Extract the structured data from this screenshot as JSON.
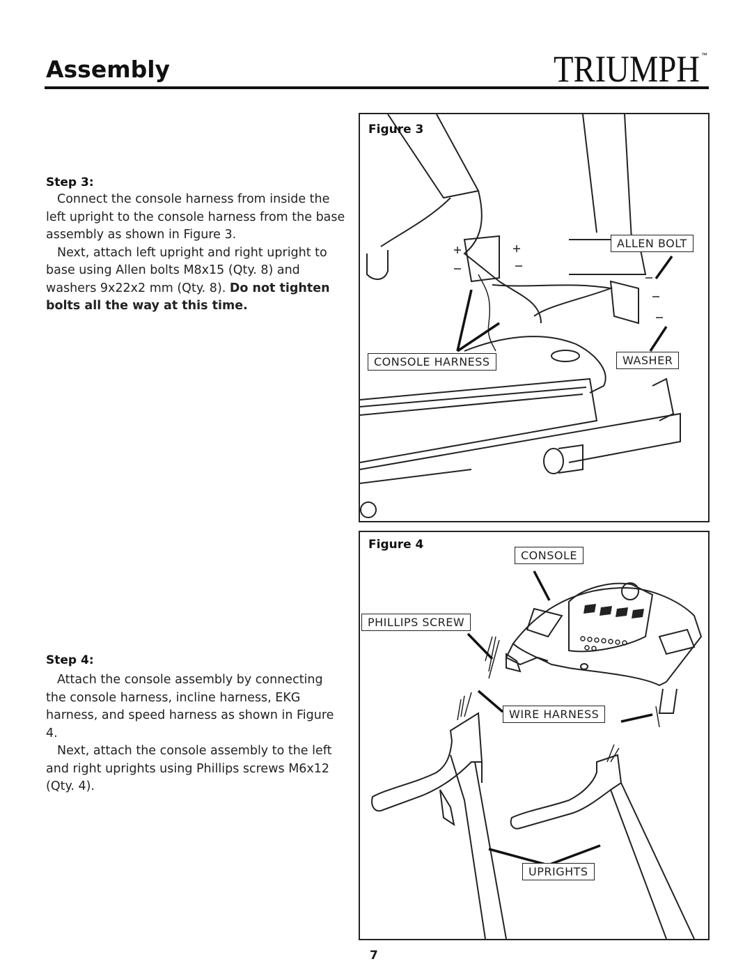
{
  "header": {
    "title": "Assembly",
    "brand": "TRIUMPH",
    "trademark": "™"
  },
  "step3": {
    "heading": "Step 3:",
    "para1": "Connect the console harness from inside the left upright to the console harness from the base assembly as shown in Figure 3.",
    "para2_normal": "Next, attach left upright and right upright to base using Allen bolts M8x15 (Qty. 8) and washers 9x22x2 mm (Qty. 8). ",
    "para2_bold": "Do not tighten bolts all the way at this time."
  },
  "step4": {
    "heading": "Step 4:",
    "para1": "Attach the console assembly by connecting the console harness, incline harness, EKG harness, and speed harness as shown in Figure 4.",
    "para2": "Next, attach the console assembly to the left and right uprights using Phillips screws M6x12 (Qty. 4)."
  },
  "figure3": {
    "label": "Figure 3",
    "callouts": {
      "allen_bolt": "ALLEN BOLT",
      "console_harness": "CONSOLE HARNESS",
      "washer": "WASHER"
    }
  },
  "figure4": {
    "label": "Figure 4",
    "callouts": {
      "console": "CONSOLE",
      "phillips_screw": "PHILLIPS SCREW",
      "wire_harness": "WIRE HARNESS",
      "uprights": "UPRIGHTS"
    }
  },
  "page_number": "7"
}
